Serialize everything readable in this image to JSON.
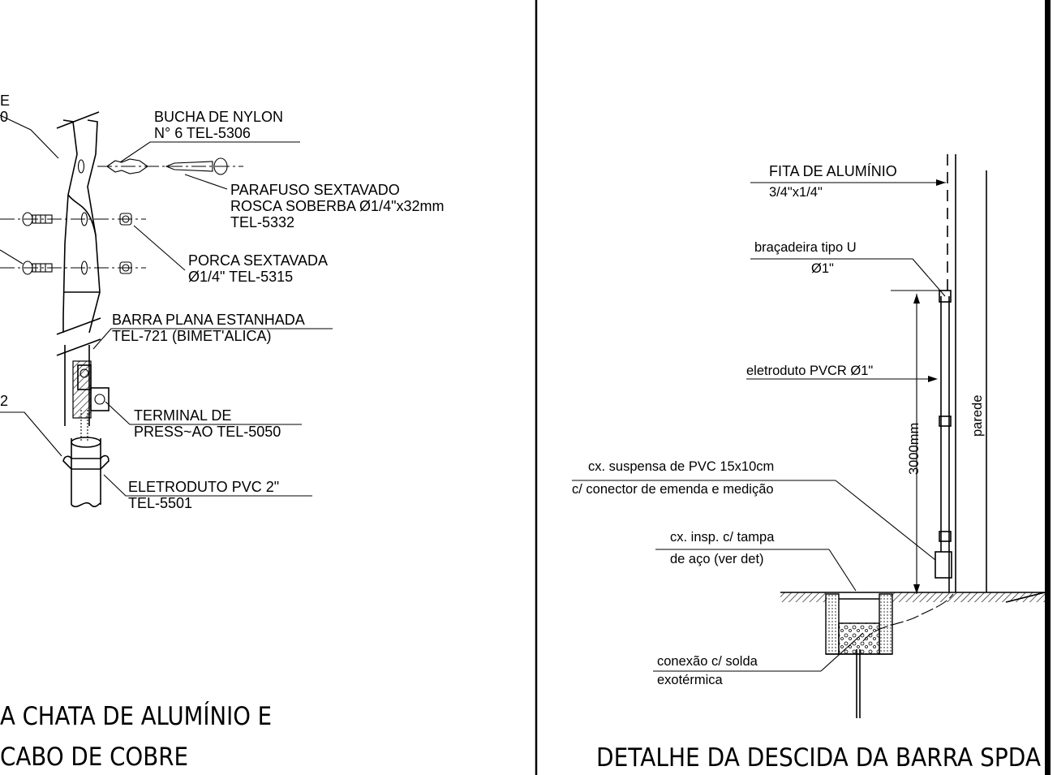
{
  "left_detail": {
    "title_line1": "A CHATA DE ALUMÍNIO E",
    "title_line2": "CABO DE COBRE",
    "partial_label_top_1": "E",
    "partial_label_top_2": "0",
    "partial_label_mid": "2",
    "bucha": [
      "BUCHA DE NYLON",
      "N° 6 TEL-5306"
    ],
    "parafuso": [
      "PARAFUSO SEXTAVADO",
      "ROSCA SOBERBA Ø1/4\"x32mm",
      "TEL-5332"
    ],
    "porca": [
      "PORCA SEXTAVADA",
      "Ø1/4\" TEL-5315"
    ],
    "barra": [
      "BARRA PLANA ESTANHADA",
      "TEL-721 (BIMET'ALICA)"
    ],
    "terminal": [
      "TERMINAL DE",
      "PRESS~AO TEL-5050"
    ],
    "eletroduto": [
      "ELETRODUTO PVC 2\"",
      "TEL-5501"
    ]
  },
  "right_detail": {
    "title": "DETALHE DA DESCIDA DA BARRA SPDA",
    "fita": [
      "FITA DE ALUMÍNIO",
      "3/4\"x1/4\""
    ],
    "bracadeira": [
      "braçadeira tipo U",
      "Ø1\""
    ],
    "eletroduto": "eletroduto PVCR Ø1\"",
    "dimension": "3000mm",
    "parede": "parede",
    "caixa_suspensa": [
      "cx. suspensa de PVC 15x10cm",
      "c/ conector de emenda e medição"
    ],
    "caixa_insp": [
      "cx. insp. c/ tampa",
      "de aço (ver det)"
    ],
    "conexao": [
      "conexão c/ solda",
      "exotérmica"
    ]
  }
}
